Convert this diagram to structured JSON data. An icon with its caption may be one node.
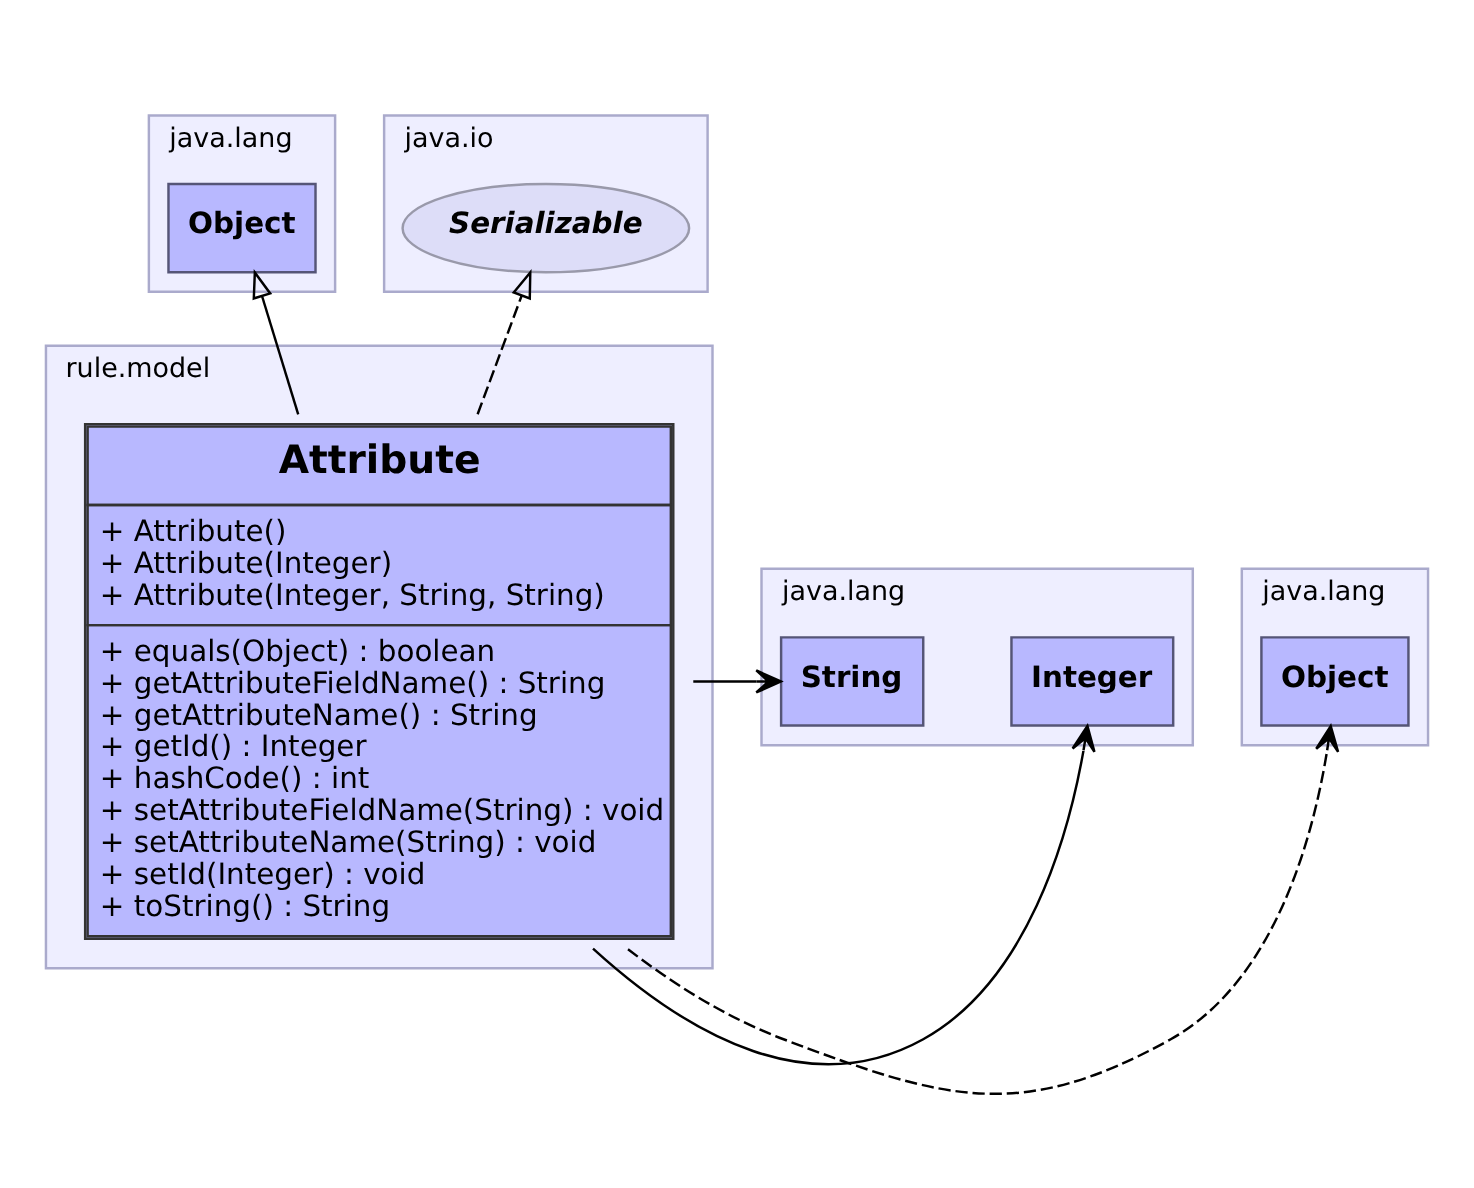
{
  "diagram": {
    "nodes": [
      {
        "text": [
          "java.lang"
        ]
      },
      {
        "text": [
          "Object"
        ],
        "in": 0
      },
      {
        "text": [
          "java.io"
        ]
      },
      {
        "text": [
          "Serializable"
        ],
        "in": 2
      },
      {
        "text": [
          "java.lang"
        ]
      },
      {
        "text": [
          "Integer"
        ],
        "in": 4
      },
      {
        "text": [
          "String"
        ],
        "in": 4
      },
      {
        "text": [
          "rule.model"
        ]
      },
      {
        "text": [
          "Attribute",
          "+ Attribute() + Attribute(Integer) + Attribute(Integer, String, String)",
          "+ equals(Object) : boolean + getAttributeFieldName() : String + getAttributeName() : String + getId() : Integer + hashCode() : int + setAttributeFieldName(String) : void + setAttributeName(String) : void + setId(Integer) : void + toString() : String"
        ],
        "in": 7
      },
      {
        "text": [
          "java.lang"
        ]
      },
      {
        "text": [
          "Object"
        ],
        "in": 9
      }
    ],
    "edges": [
      {
        "from": 8,
        "to": 1,
        "arrow": "to"
      },
      {
        "from": 8,
        "to": 3,
        "arrow": "to",
        "style": "dashed"
      },
      {
        "from": 8,
        "to": 5,
        "arrow": "to"
      },
      {
        "from": 8,
        "to": 6,
        "arrow": "to"
      },
      {
        "from": 8,
        "to": 10,
        "arrow": "to",
        "style": "dashed"
      }
    ]
  }
}
